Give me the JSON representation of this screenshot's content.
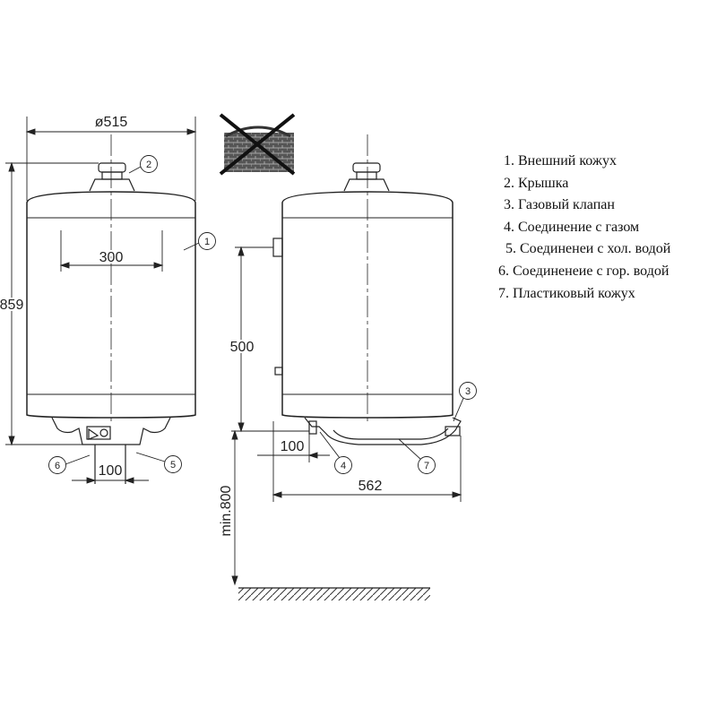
{
  "dimensions": {
    "diameter": "ø515",
    "height": "859",
    "front_bottom_spacing": "100",
    "side_bottom_spacing": "100",
    "top_spacing": "300",
    "connection_height": "500",
    "depth": "562",
    "min_wall_clearance": "min.800"
  },
  "callouts": {
    "c1": "1",
    "c2": "2",
    "c3": "3",
    "c4": "4",
    "c5": "5",
    "c6": "6",
    "c7": "7"
  },
  "legend": [
    "1. Внешний кожух",
    "2. Крышка",
    "3. Газовый клапан",
    "4. Соединение с газом",
    "5. Соединенеи с хол. водой",
    "6. Соединенеие с гор. водой",
    "7. Пластиковый кожух"
  ],
  "icons": {
    "not_allowed": "crossed-out-pictogram-icon",
    "floor": "floor-hatch-icon"
  }
}
